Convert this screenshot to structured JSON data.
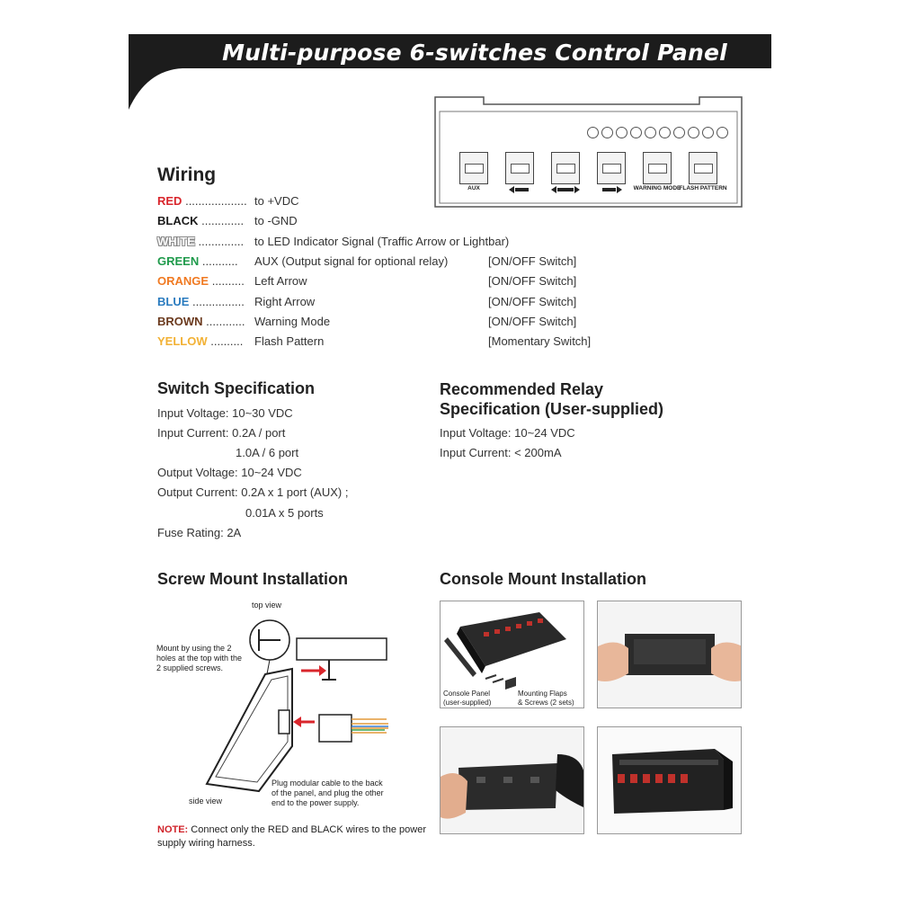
{
  "header": {
    "title": "Multi-purpose 6-switches Control Panel"
  },
  "panel": {
    "switch_labels": [
      "AUX",
      "",
      "",
      "",
      "WARNING MODE",
      "FLASH PATTERN"
    ],
    "led_count": 10
  },
  "wiring": {
    "heading": "Wiring",
    "rows": [
      {
        "color_name": "RED",
        "dots": "...................",
        "desc": "to +VDC",
        "type": "",
        "hex": "#d9262c"
      },
      {
        "color_name": "BLACK",
        "dots": ".............",
        "desc": "to -GND",
        "type": "",
        "hex": "#1a1a1a"
      },
      {
        "color_name": "WHITE",
        "dots": "..............",
        "desc": "to LED Indicator Signal (Traffic Arrow or Lightbar)",
        "type": "",
        "hex": "#ffffff"
      },
      {
        "color_name": "GREEN",
        "dots": "...........",
        "desc": "AUX (Output signal for optional relay)",
        "type": "[ON/OFF Switch]",
        "hex": "#1f9a4b"
      },
      {
        "color_name": "ORANGE",
        "dots": "..........",
        "desc": "Left Arrow",
        "type": "[ON/OFF Switch]",
        "hex": "#f07a22"
      },
      {
        "color_name": "BLUE",
        "dots": "................",
        "desc": "Right Arrow",
        "type": "[ON/OFF Switch]",
        "hex": "#2a7bbf"
      },
      {
        "color_name": "BROWN",
        "dots": "............",
        "desc": "Warning Mode",
        "type": "[ON/OFF Switch]",
        "hex": "#6b3a1e"
      },
      {
        "color_name": "YELLOW",
        "dots": "..........",
        "desc": "Flash Pattern",
        "type": "[Momentary Switch]",
        "hex": "#f2b134"
      }
    ]
  },
  "switch_spec": {
    "heading": "Switch Specification",
    "lines": [
      "Input Voltage: 10~30 VDC",
      "Input Current: 0.2A / port",
      "1.0A / 6 port",
      "Output Voltage: 10~24 VDC",
      "Output Current: 0.2A x 1 port (AUX) ;",
      "0.01A x 5 ports",
      "Fuse Rating: 2A"
    ]
  },
  "relay_spec": {
    "heading_line1": "Recommended Relay",
    "heading_line2": "Specification (User-supplied)",
    "lines": [
      "Input Voltage: 10~24 VDC",
      "Input Current: < 200mA"
    ]
  },
  "screw_mount": {
    "heading": "Screw Mount Installation",
    "top_view": "top view",
    "side_view": "side view",
    "mount_text_1": "Mount by using the 2",
    "mount_text_2": "holes at the top with the",
    "mount_text_3": "2 supplied screws.",
    "plug_text_1": "Plug modular cable to the back",
    "plug_text_2": "of the panel, and plug the other",
    "plug_text_3": "end to the power supply.",
    "note_label": "NOTE:",
    "note_text": "Connect only the RED and BLACK wires to the power supply wiring harness."
  },
  "console_mount": {
    "heading": "Console Mount Installation",
    "cap_panel_1": "Console Panel",
    "cap_panel_2": "(user-supplied)",
    "cap_flaps_1": "Mounting Flaps",
    "cap_flaps_2": "& Screws (2 sets)"
  }
}
